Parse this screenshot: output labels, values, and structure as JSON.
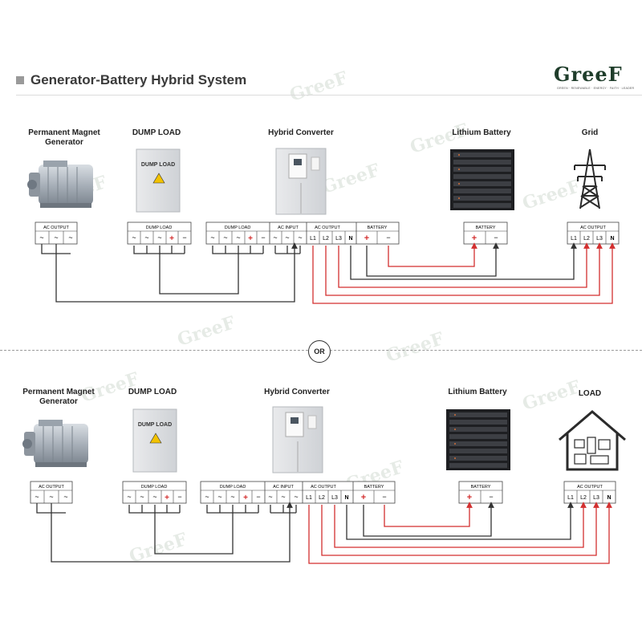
{
  "title": "Generator-Battery Hybrid System",
  "logo": {
    "text": "GreeF",
    "tagline": "GREEN · RENEWABLE · ENERGY · FAITH · LEADER"
  },
  "watermark": "GreeF",
  "or_label": "OR",
  "colors": {
    "ac_line": "#333333",
    "battery_positive": "#d32f2f",
    "grid_lines": "#d32f2f",
    "ground": "#333333"
  },
  "section1": {
    "generator": {
      "label": "Permanent Magnet Generator",
      "terminal_header": "AC OUTPUT",
      "terminals": [
        "~",
        "~",
        "~"
      ]
    },
    "dump_load": {
      "label": "DUMP LOAD",
      "box_text": "DUMP LOAD",
      "terminal_header": "DUMP LOAD",
      "terminals": [
        "~",
        "~",
        "~",
        "+",
        "−"
      ]
    },
    "converter": {
      "label": "Hybrid Converter",
      "groups": [
        {
          "header": "DUMP LOAD",
          "terminals": [
            "~",
            "~",
            "~",
            "+",
            "−"
          ]
        },
        {
          "header": "AC INPUT",
          "terminals": [
            "~",
            "~",
            "~"
          ]
        },
        {
          "header": "AC OUTPUT",
          "terminals": [
            "L1",
            "L2",
            "L3",
            "N"
          ]
        },
        {
          "header": "BATTERY",
          "terminals": [
            "+",
            "−"
          ]
        }
      ]
    },
    "battery": {
      "label": "Lithium Battery",
      "terminal_header": "BATTERY",
      "terminals": [
        "+",
        "−"
      ]
    },
    "grid": {
      "label": "Grid",
      "terminal_header": "AC OUTPUT",
      "terminals": [
        "L1",
        "L2",
        "L3",
        "N"
      ]
    }
  },
  "section2": {
    "generator": {
      "label": "Permanent Magnet Generator",
      "terminal_header": "AC OUTPUT",
      "terminals": [
        "~",
        "~",
        "~"
      ]
    },
    "dump_load": {
      "label": "DUMP LOAD",
      "box_text": "DUMP LOAD",
      "terminal_header": "DUMP LOAD",
      "terminals": [
        "~",
        "~",
        "~",
        "+",
        "−"
      ]
    },
    "converter": {
      "label": "Hybrid Converter",
      "groups": [
        {
          "header": "DUMP LOAD",
          "terminals": [
            "~",
            "~",
            "~",
            "+",
            "−"
          ]
        },
        {
          "header": "AC INPUT",
          "terminals": [
            "~",
            "~",
            "~"
          ]
        },
        {
          "header": "AC OUTPUT",
          "terminals": [
            "L1",
            "L2",
            "L3",
            "N"
          ]
        },
        {
          "header": "BATTERY",
          "terminals": [
            "+",
            "−"
          ]
        }
      ]
    },
    "battery": {
      "label": "Lithium Battery",
      "terminal_header": "BATTERY",
      "terminals": [
        "+",
        "−"
      ]
    },
    "load": {
      "label": "LOAD",
      "terminal_header": "AC OUTPUT",
      "terminals": [
        "L1",
        "L2",
        "L3",
        "N"
      ]
    }
  }
}
